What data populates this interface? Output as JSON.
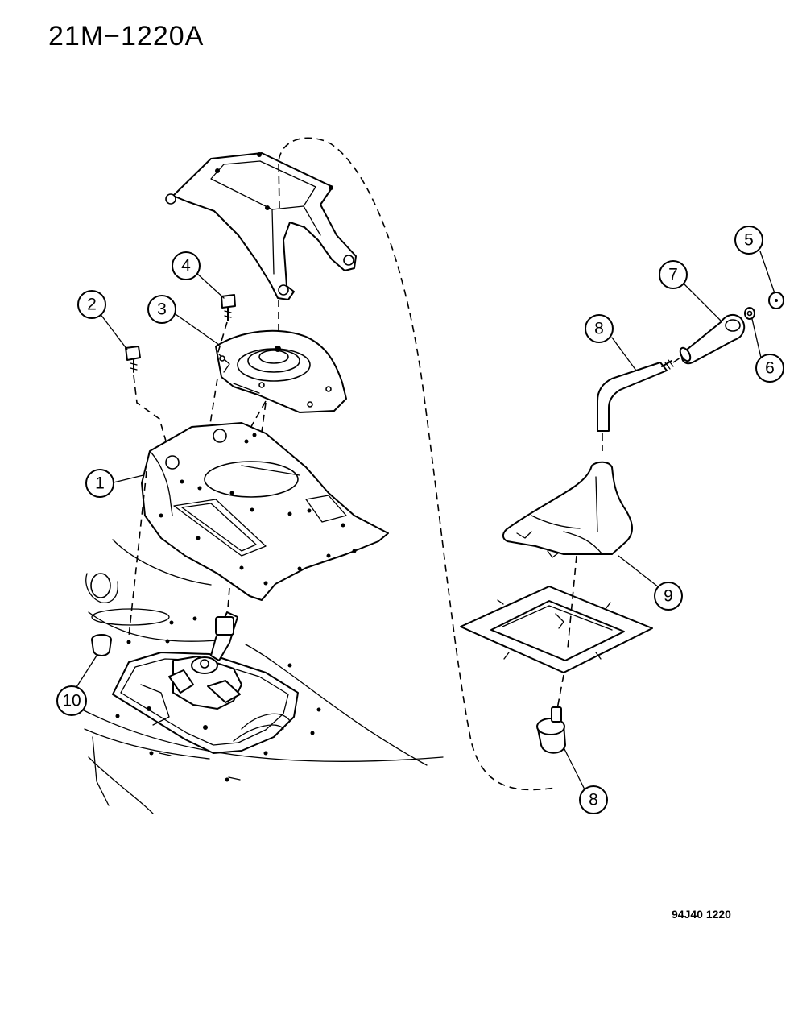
{
  "title": "21M−1220A",
  "reference_code": "94J40  1220",
  "callouts": [
    {
      "id": "1",
      "label": "1"
    },
    {
      "id": "2",
      "label": "2"
    },
    {
      "id": "3",
      "label": "3"
    },
    {
      "id": "4",
      "label": "4"
    },
    {
      "id": "5",
      "label": "5"
    },
    {
      "id": "6",
      "label": "6"
    },
    {
      "id": "7",
      "label": "7"
    },
    {
      "id": "8a",
      "label": "8"
    },
    {
      "id": "8b",
      "label": "8"
    },
    {
      "id": "9",
      "label": "9"
    },
    {
      "id": "10",
      "label": "10"
    }
  ]
}
